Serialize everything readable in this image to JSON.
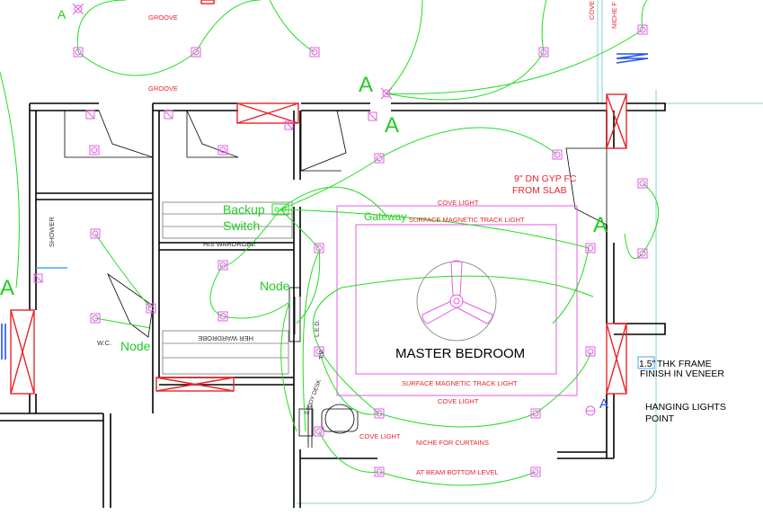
{
  "room_labels": {
    "master_bedroom": "MASTER BEDROOM",
    "his_wardrobe": "HIS WARDROBE",
    "her_wardrobe": "HER WARDROBE",
    "shower": "SHOWER",
    "wc": "W.C.",
    "study_desk": "STUDY DESK",
    "tv": "T.V.",
    "led": "L.E.D."
  },
  "ceiling_labels": {
    "groove_top": "GROOVE",
    "groove_mid": "GROOVE",
    "cove_light_top": "COVE LIGHT",
    "track_light_top": "SURFACE MAGNETIC TRACK LIGHT",
    "track_light_bottom": "SURFACE MAGNETIC TRACK LIGHT",
    "cove_light_bottom": "COVE LIGHT",
    "cove_light_desk": "COVE LIGHT",
    "niche_curtains": "NICHE FOR CURTAINS",
    "beam_bottom": "AT BEAM BOTTOM LEVEL",
    "dn_gyp_line1": "9\" DN GYP FC",
    "dn_gyp_line2": "FROM SLAB",
    "cove_vertical": "COVE",
    "niche_vertical": "NICHE F"
  },
  "annotations": {
    "backup_line1": "Backup",
    "backup_line2": "Switch",
    "gateway": "Gateway",
    "node_wardrobe": "Node",
    "node_wc": "Node",
    "circuit_a": "A"
  },
  "notes": {
    "frame_size": "1.5\"",
    "frame_line1": "THK FRAME",
    "frame_line2": "FINISH IN VENEER",
    "hanging_line1": "HANGING LIGHTS",
    "hanging_line2": "POINT"
  },
  "colors": {
    "wall": "#000000",
    "light_fixture": "#e45ce4",
    "circuit_wire": "#22dd22",
    "window": "#e8232a",
    "annotation_red": "#e8232a",
    "hanging_point": "#2255ee"
  }
}
